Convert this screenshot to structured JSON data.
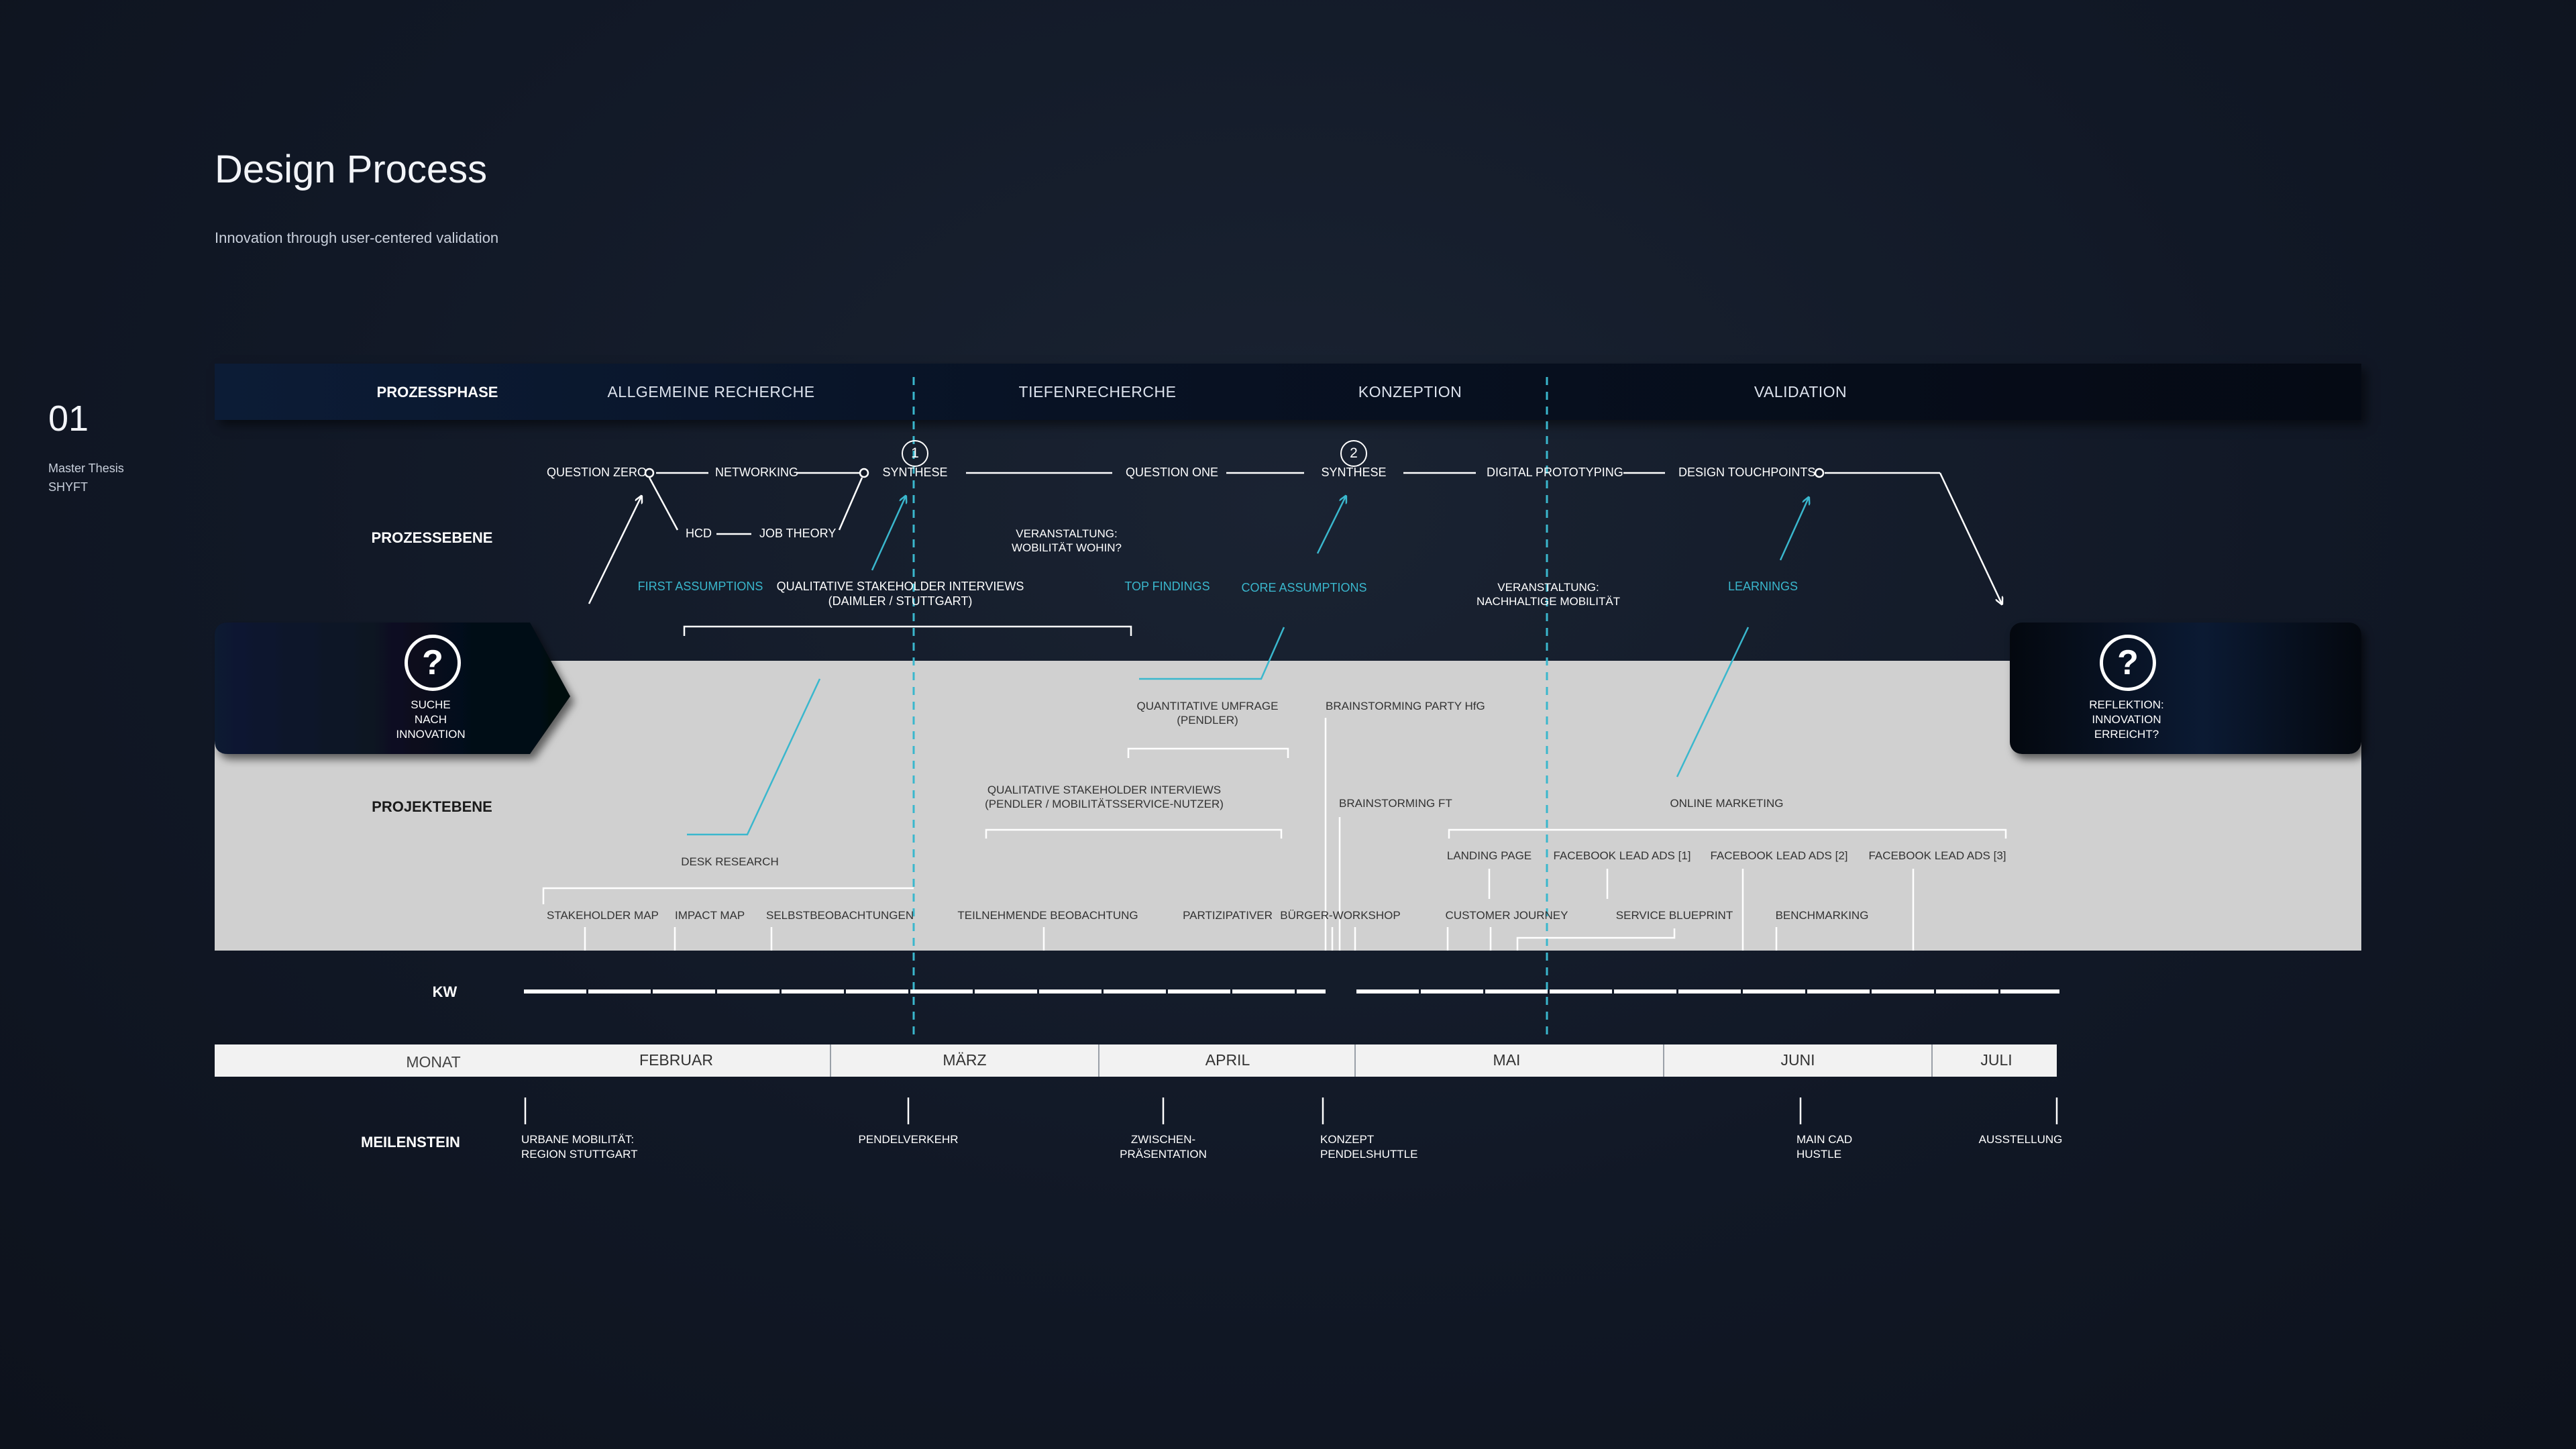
{
  "header": {
    "title": "Design Process",
    "subtitle": "Innovation through user-centered validation"
  },
  "side": {
    "number": "01",
    "line1": "Master Thesis",
    "line2": "SHYFT"
  },
  "phases": {
    "label": "PROZESSPHASE",
    "items": [
      "ALLGEMEINE RECHERCHE",
      "TIEFENRECHERCHE",
      "KONZEPTION",
      "VALIDATION"
    ]
  },
  "process": {
    "label": "PROZESSEBENE",
    "question_zero": "QUESTION ZERO",
    "networking": "NETWORKING",
    "hcd": "HCD",
    "job_theory": "JOB THEORY",
    "synthese_1": "SYNTHESE",
    "step_1": "1",
    "question_one": "QUESTION ONE",
    "synthese_2": "SYNTHESE",
    "step_2": "2",
    "digital_prototyping": "DIGITAL PROTOTYPING",
    "design_touchpoints": "DESIGN TOUCHPOINTS",
    "veranstaltung_1a": "VERANSTALTUNG:",
    "veranstaltung_1b": "WOBILITÄT WOHIN?",
    "veranstaltung_2a": "VERANSTALTUNG:",
    "veranstaltung_2b": "NACHHALTIGE MOBILITÄT",
    "first_assumptions": "FIRST ASSUMPTIONS",
    "quali_interviews_a": "QUALITATIVE STAKEHOLDER INTERVIEWS",
    "quali_interviews_b": "(DAIMLER / STUTTGART)",
    "top_findings": "TOP FINDINGS",
    "core_assumptions": "CORE ASSUMPTIONS",
    "learnings": "LEARNINGS"
  },
  "project": {
    "label": "PROJEKTEBENE",
    "start_a": "SUCHE",
    "start_b": "NACH",
    "start_c": "INNOVATION",
    "end_a": "REFLEKTION:",
    "end_b": "INNOVATION",
    "end_c": "ERREICHT?",
    "quant_a": "QUANTITATIVE UMFRAGE",
    "quant_b": "(PENDLER)",
    "brainstorming_party": "BRAINSTORMING PARTY HfG",
    "quali_a": "QUALITATIVE STAKEHOLDER INTERVIEWS",
    "quali_b": "(PENDLER / MOBILITÄTSSERVICE-NUTZER)",
    "brainstorming_ft": "BRAINSTORMING FT",
    "online_marketing": "ONLINE MARKETING",
    "desk_research": "DESK RESEARCH",
    "landing_page": "LANDING PAGE",
    "fb1": "FACEBOOK LEAD ADS [1]",
    "fb2": "FACEBOOK LEAD ADS [2]",
    "fb3": "FACEBOOK LEAD ADS [3]",
    "stakeholder_map": "STAKEHOLDER MAP",
    "impact_map": "IMPACT MAP",
    "selbst": "SELBSTBEOBACHTUNGEN",
    "teilnehmende": "TEILNEHMENDE BEOBACHTUNG",
    "partizipativer": "PARTIZIPATIVER",
    "buerger": "BÜRGER-WORKSHOP",
    "customer_journey": "CUSTOMER JOURNEY",
    "service_blueprint": "SERVICE BLUEPRINT",
    "benchmarking": "BENCHMARKING"
  },
  "kw": {
    "label": "KW"
  },
  "months": {
    "label": "MONAT",
    "items": [
      "FEBRUAR",
      "MÄRZ",
      "APRIL",
      "MAI",
      "JUNI",
      "JULI"
    ]
  },
  "milestones": {
    "label": "MEILENSTEIN",
    "m1a": "URBANE MOBILITÄT:",
    "m1b": "REGION STUTTGART",
    "m2": "PENDELVERKEHR",
    "m3a": "ZWISCHEN-",
    "m3b": "PRÄSENTATION",
    "m4a": "KONZEPT",
    "m4b": "PENDELSHUTTLE",
    "m5a": "MAIN CAD",
    "m5b": "HUSTLE",
    "m6": "AUSSTELLUNG"
  },
  "colors": {
    "background": "#111826",
    "accent": "#3ab7cd",
    "band": "#d0d0d0",
    "month_bar": "#f2f2f2",
    "phase_bar": "#050a14"
  }
}
